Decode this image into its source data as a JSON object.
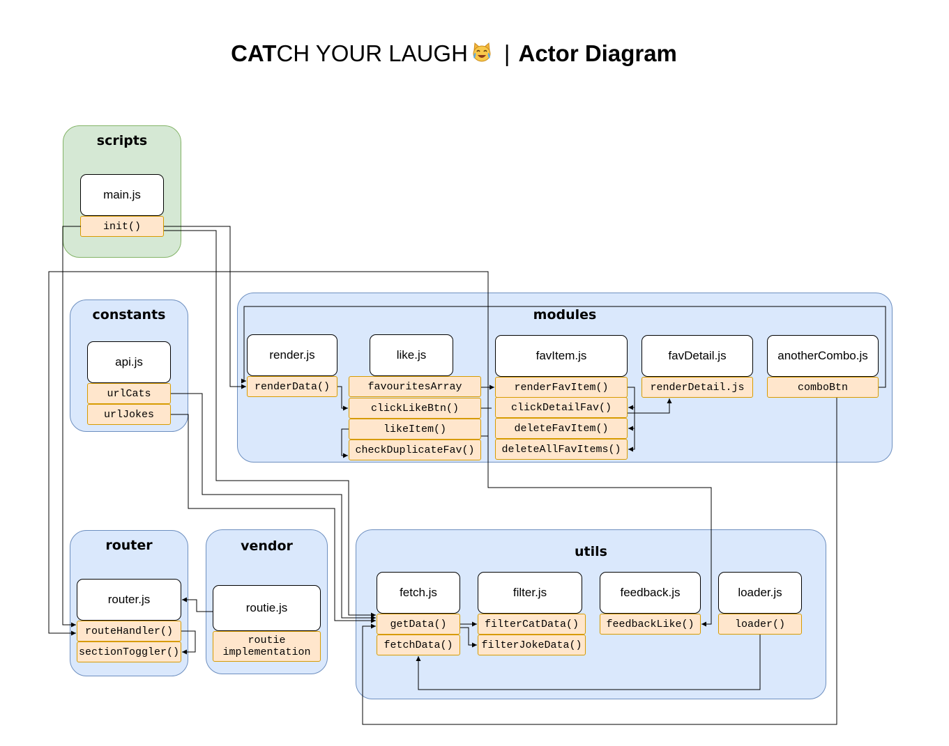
{
  "title": {
    "part1_bold": "CAT",
    "part2": "CH YOUR LAUGH",
    "emoji_icon": "cat-with-tears-of-joy-icon",
    "separator": "|",
    "part3_bold": "Actor Diagram"
  },
  "groups": {
    "scripts": "scripts",
    "constants": "constants",
    "modules": "modules",
    "router": "router",
    "vendor": "vendor",
    "utils": "utils"
  },
  "files": {
    "main": "main.js",
    "api": "api.js",
    "render": "render.js",
    "like": "like.js",
    "favItem": "favItem.js",
    "favDetail": "favDetail.js",
    "anotherCombo": "anotherCombo.js",
    "router": "router.js",
    "routie": "routie.js",
    "fetch": "fetch.js",
    "filter": "filter.js",
    "feedback": "feedback.js",
    "loader": "loader.js"
  },
  "functions": {
    "init": "init()",
    "urlCats": "urlCats",
    "urlJokes": "urlJokes",
    "renderData": "renderData()",
    "favouritesArray": "favouritesArray",
    "clickLikeBtn": "clickLikeBtn()",
    "likeItem": "likeItem()",
    "checkDuplicateFav": "checkDuplicateFav()",
    "renderFavItem": "renderFavItem()",
    "clickDetailFav": "clickDetailFav()",
    "deleteFavItem": "deleteFavItem()",
    "deleteAllFavItems": "deleteAllFavItems()",
    "renderDetail": "renderDetail.js",
    "comboBtn": "comboBtn",
    "routeHandler": "routeHandler()",
    "sectionToggler": "sectionToggler()",
    "routieImpl": "routie\nimplementation",
    "getData": "getData()",
    "fetchData": "fetchData()",
    "filterCatData": "filterCatData()",
    "filterJokeData": "filterJokeData()",
    "feedbackLike": "feedbackLike()",
    "loader": "loader()"
  },
  "colors": {
    "scripts_fill": "#d5e8d4",
    "scripts_stroke": "#82b366",
    "group_fill": "#dae8fc",
    "group_stroke": "#6c8ebf",
    "function_fill": "#ffe6cc",
    "function_stroke": "#d79b00",
    "connector": "#000000"
  }
}
